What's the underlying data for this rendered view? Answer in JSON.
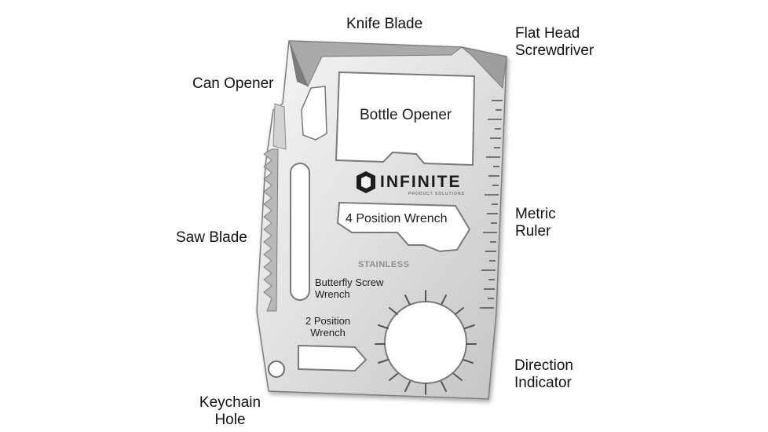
{
  "labels": {
    "knife_blade": "Knife Blade",
    "flat_head": [
      "Flat Head",
      "Screwdriver"
    ],
    "can_opener": "Can Opener",
    "bottle_opener": "Bottle Opener",
    "metric_ruler": [
      "Metric",
      "Ruler"
    ],
    "saw_blade": "Saw Blade",
    "four_position_wrench": "4 Position Wrench",
    "butterfly_screw_wrench": [
      "Butterfly Screw",
      "Wrench"
    ],
    "two_position_wrench": [
      "2 Position",
      "Wrench"
    ],
    "direction_indicator": [
      "Direction",
      "Indicator"
    ],
    "keychain_hole": [
      "Keychain",
      "Hole"
    ]
  },
  "brand": {
    "name": "INFINITE",
    "tagline": "PRODUCT SOLUTIONS",
    "stamp": "STAINLESS"
  },
  "colors": {
    "steel_light": "#efefef",
    "steel_mid": "#c9c9c9",
    "steel_dark": "#8a8a8a",
    "text": "#111111"
  }
}
